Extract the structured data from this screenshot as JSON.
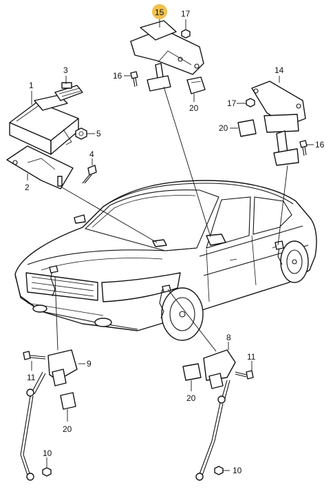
{
  "callouts": {
    "c1": "1",
    "c2": "2",
    "c3": "3",
    "c4": "4",
    "c5": "5",
    "c8": "8",
    "c9": "9",
    "c10a": "10",
    "c10b": "10",
    "c11a": "11",
    "c11b": "11",
    "c14": "14",
    "c15": "15",
    "c16a": "16",
    "c16b": "16",
    "c17a": "17",
    "c17b": "17",
    "c20a": "20",
    "c20b": "20",
    "c20c": "20",
    "c20d": "20"
  },
  "colors": {
    "highlight": "#f2c14e",
    "ink": "#111111"
  }
}
